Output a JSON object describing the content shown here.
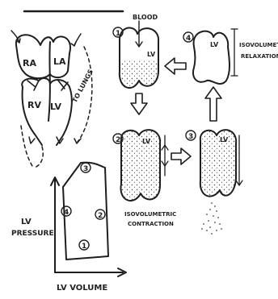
{
  "heart": {
    "ra_label": "RA",
    "la_label": "LA",
    "rv_label": "RV",
    "lv_label": "LV",
    "lungs_label": "TO LUNGS"
  },
  "stages": {
    "stage1": {
      "number": "1",
      "lv_label": "LV",
      "blood_label": "BLOOD"
    },
    "stage2": {
      "number": "2",
      "lv_label": "LV",
      "caption_line1": "ISOVOLUMETRIC",
      "caption_line2": "CONTRACTION"
    },
    "stage3": {
      "number": "3",
      "lv_label": "LV"
    },
    "stage4": {
      "number": "4",
      "lv_label": "LV",
      "caption_line1": "ISOVOLUMETRIC",
      "caption_line2": "RELAXATION"
    }
  },
  "pv_loop": {
    "ylabel_line1": "LV",
    "ylabel_line2": "PRESSURE",
    "xlabel": "LV VOLUME",
    "points": [
      "3",
      "4",
      "2",
      "1"
    ]
  }
}
